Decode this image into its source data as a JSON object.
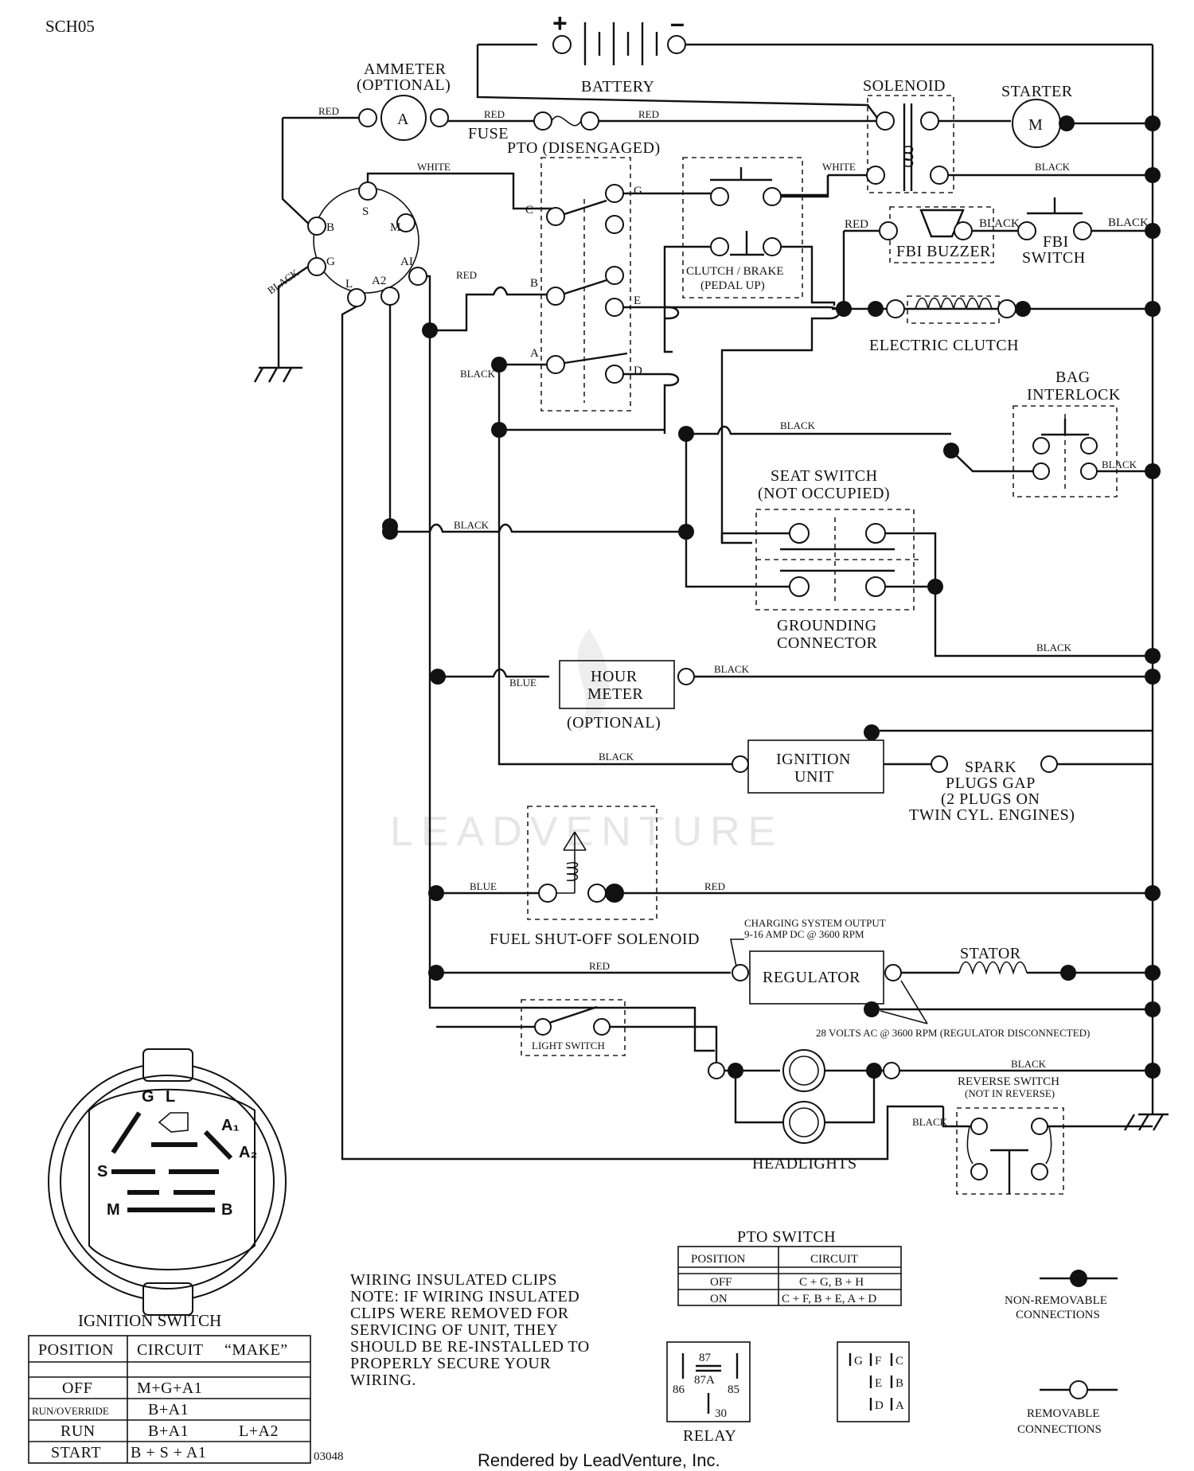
{
  "code": "SCH05",
  "doc_number": "03048",
  "watermark": "LEADVENTURE",
  "footer": "Rendered by LeadVenture, Inc.",
  "components": {
    "battery": "BATTERY",
    "battery_plus": "+",
    "battery_minus": "–",
    "ammeter": "AMMETER",
    "ammeter_sub": "(OPTIONAL)",
    "ammeter_symbol": "A",
    "fuse": "FUSE",
    "solenoid": "SOLENOID",
    "starter": "STARTER",
    "starter_symbol": "M",
    "pto": "PTO (DISENGAGED)",
    "clutch_brake": "CLUTCH / BRAKE",
    "clutch_brake_sub": "(PEDAL UP)",
    "fbi_buzzer": "FBI BUZZER",
    "fbi_switch_1": "FBI",
    "fbi_switch_2": "SWITCH",
    "electric_clutch": "ELECTRIC CLUTCH",
    "bag_interlock_1": "BAG",
    "bag_interlock_2": "INTERLOCK",
    "seat_switch": "SEAT SWITCH",
    "seat_switch_sub": "(NOT OCCUPIED)",
    "grounding_1": "GROUNDING",
    "grounding_2": "CONNECTOR",
    "hour_meter_1": "HOUR",
    "hour_meter_2": "METER",
    "hour_meter_sub": "(OPTIONAL)",
    "ignition_unit_1": "IGNITION",
    "ignition_unit_2": "UNIT",
    "spark_1": "SPARK",
    "spark_2": "PLUGS GAP",
    "spark_3": "(2 PLUGS ON",
    "spark_4": "TWIN CYL. ENGINES)",
    "fuel_solenoid": "FUEL SHUT-OFF SOLENOID",
    "charging_1": "CHARGING SYSTEM OUTPUT",
    "charging_2": "9-16 AMP DC @ 3600 RPM",
    "regulator": "REGULATOR",
    "stator": "STATOR",
    "volts_note": "28 VOLTS AC @ 3600 RPM (REGULATOR DISCONNECTED)",
    "light_switch": "LIGHT SWITCH",
    "headlights": "HEADLIGHTS",
    "reverse_switch": "REVERSE SWITCH",
    "reverse_switch_sub": "(NOT IN REVERSE)"
  },
  "terminals": {
    "ign_B": "B",
    "ign_S": "S",
    "ign_M": "M",
    "ign_G": "G",
    "ign_L": "L",
    "ign_A1": "AI",
    "ign_A2": "A2",
    "pto_C": "C",
    "pto_G": "G",
    "pto_B": "B",
    "pto_E": "E",
    "pto_A": "A",
    "pto_D": "D"
  },
  "wires": {
    "red": "RED",
    "white": "WHITE",
    "black": "BLACK",
    "blue": "BLUE"
  },
  "ignition_switch": {
    "title": "IGNITION SWITCH",
    "face": {
      "G": "G",
      "L": "L",
      "A1": "A₁",
      "A2": "A₂",
      "S": "S",
      "M": "M",
      "B": "B"
    },
    "headers": [
      "POSITION",
      "CIRCUIT",
      "“MAKE”"
    ],
    "rows": [
      {
        "position": "OFF",
        "circuit": "M+G+A1",
        "make": ""
      },
      {
        "position": "RUN/OVERRIDE",
        "circuit": "B+A1",
        "make": ""
      },
      {
        "position": "RUN",
        "circuit": "B+A1",
        "make": "L+A2"
      },
      {
        "position": "START",
        "circuit": "B + S + A1",
        "make": ""
      }
    ]
  },
  "pto_switch": {
    "title": "PTO SWITCH",
    "headers": [
      "POSITION",
      "CIRCUIT"
    ],
    "rows": [
      {
        "position": "OFF",
        "circuit": "C + G, B + H"
      },
      {
        "position": "ON",
        "circuit": "C + F, B + E, A + D"
      }
    ]
  },
  "pto_face": {
    "G": "G",
    "F": "F",
    "C": "C",
    "E": "E",
    "B": "B",
    "D": "D",
    "A": "A"
  },
  "note": [
    "WIRING INSULATED CLIPS",
    "NOTE:  IF WIRING INSULATED",
    "CLIPS WERE REMOVED FOR",
    "SERVICING OF UNIT, THEY",
    "SHOULD BE RE-INSTALLED TO",
    "PROPERLY SECURE YOUR",
    "WIRING."
  ],
  "relay": {
    "title": "RELAY",
    "t87": "87",
    "t87a": "87A",
    "t86": "86",
    "t85": "85",
    "t30": "30"
  },
  "legend": {
    "non_removable_1": "NON-REMOVABLE",
    "non_removable_2": "CONNECTIONS",
    "removable_1": "REMOVABLE",
    "removable_2": "CONNECTIONS"
  }
}
